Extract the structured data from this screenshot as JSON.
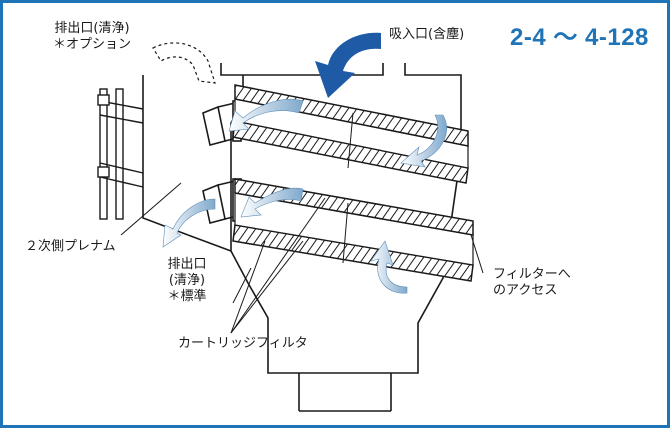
{
  "labels": {
    "outlet_option_line1": "排出口(清浄)",
    "outlet_option_line2": "＊オプション",
    "inlet": "吸入口(含塵)",
    "model_range": "2-4 〜 4-128",
    "secondary_plenum": "２次側プレナム",
    "outlet_standard_line1": "排出口",
    "outlet_standard_line2": "(清浄)",
    "outlet_standard_line3": "＊標準",
    "filter_access_line1": "フィルターへ",
    "filter_access_line2": "のアクセス",
    "cartridge_filter": "カートリッジフィルタ"
  },
  "colors": {
    "frame": "#1f73b7",
    "model_text": "#1f73b7",
    "inlet_arrow": "#1f5aa6",
    "flow_arrow": "#7fa8cc",
    "line": "#1a1a1a"
  }
}
